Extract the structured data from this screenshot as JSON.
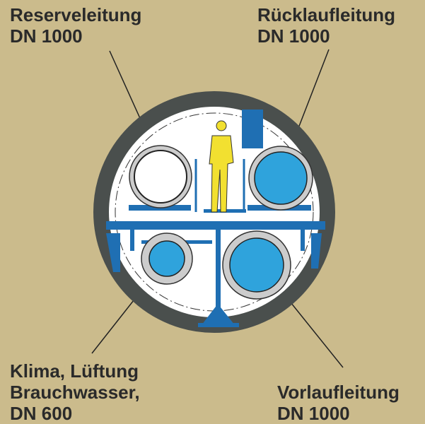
{
  "labels": {
    "reserve": {
      "name": "Reserveleitung",
      "size": "DN 1000"
    },
    "return": {
      "name": "Rücklaufleitung",
      "size": "DN 1000"
    },
    "climate": {
      "line1": "Klima, Lüftung",
      "line2": "Brauchwasser,",
      "size": "DN 600"
    },
    "supply": {
      "name": "Vorlaufleitung",
      "size": "DN 1000"
    }
  },
  "colors": {
    "background": "#cbbb8c",
    "tunnel": "#4a4f4d",
    "pipe_fill": "#2fa3dc",
    "structure": "#1f6fb3",
    "worker": "#f2e030"
  }
}
